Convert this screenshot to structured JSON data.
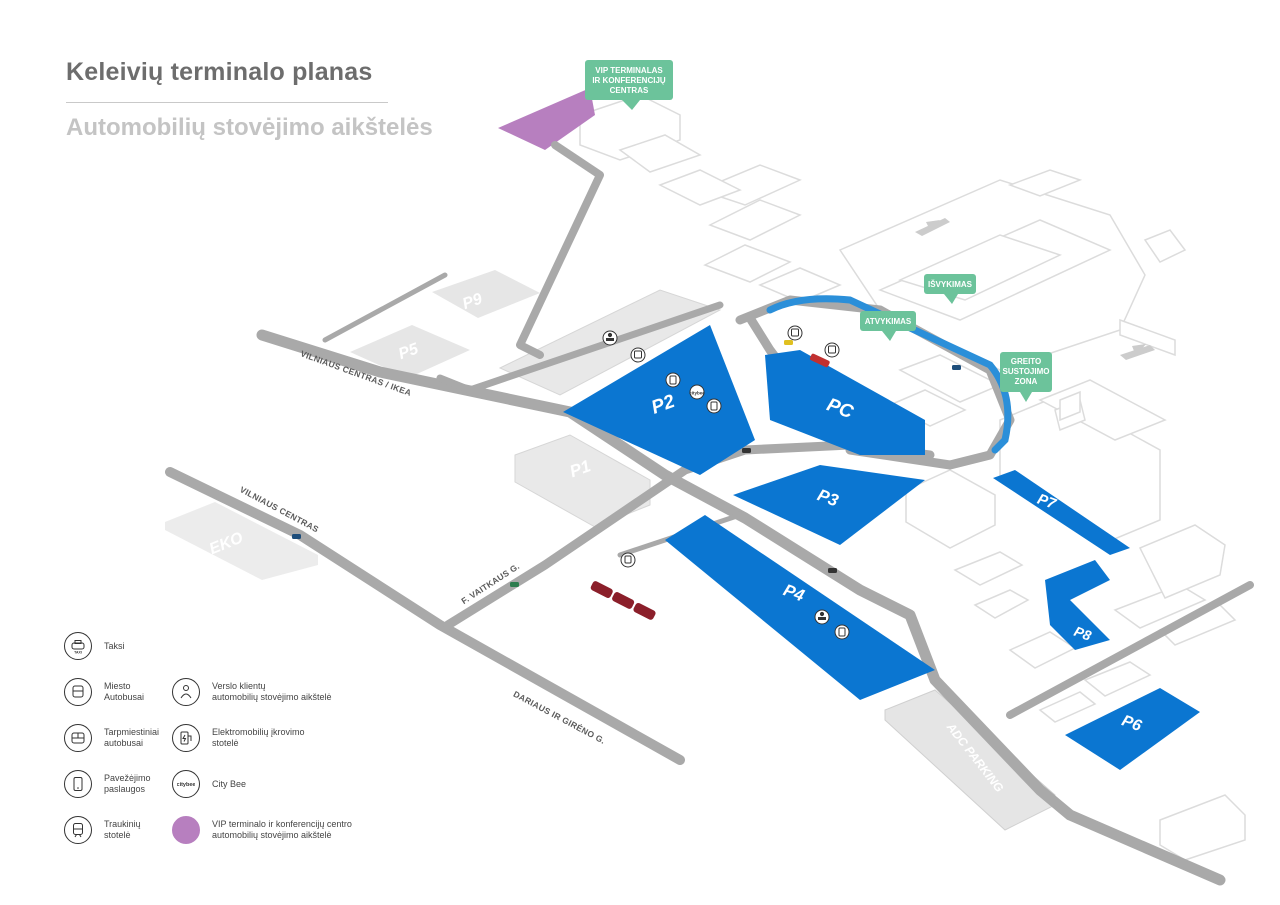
{
  "header": {
    "title": "Keleivių terminalo planas",
    "subtitle": "Automobilių stovėjimo aikštelės"
  },
  "parking_lots": {
    "p1": "P1",
    "p2": "P2",
    "p3": "P3",
    "p4": "P4",
    "p5": "P5",
    "p6": "P6",
    "p7": "P7",
    "p8": "P8",
    "p9": "P9",
    "pc": "PC",
    "eko": "EKO",
    "adc": "ADC PARKING"
  },
  "callouts": {
    "vip_line1": "VIP TERMINALAS",
    "vip_line2": "IR KONFERENCIJŲ",
    "vip_line3": "CENTRAS",
    "departures": "IŠVYKIMAS",
    "arrivals": "ATVYKIMAS",
    "quick_line1": "GREITO",
    "quick_line2": "SUSTOJIMO",
    "quick_line3": "ZONA"
  },
  "roads": {
    "vilnius_ikea": "VILNIAUS CENTRAS / IKEA",
    "vilnius_centras": "VILNIAUS CENTRAS",
    "vatkaus": "F. VAITKAUS G.",
    "dariaus": "DARIAUS IR GIRĖNO G."
  },
  "icons": {
    "taxi_badge": "TAXI",
    "citybee_badge": "citybee"
  },
  "legend": {
    "taxi": "Taksi",
    "city_bus": "Miesto\nAutobusai",
    "intercity_bus": "Tarpmiestiniai\nautobusai",
    "ride_share": "Pavežėjimo\npaslaugos",
    "train": "Traukinių\nstotelė",
    "business": "Verslo klientų\nautomobilių stovėjimo aikštelė",
    "ev": "Elektromobilių įkrovimo\nstotelė",
    "citybee": "City Bee",
    "vip": "VIP terminalo ir konferencijų centro\nautomobilių stovėjimo aikštelė"
  },
  "colors": {
    "parking_blue": "#0b76d1",
    "road_gray": "#a9a9a9",
    "building_outline": "#dcdcdc",
    "lot_gray": "#e6e6e6",
    "callout_green": "#6cc39b",
    "vip_purple": "#b77fbf",
    "title_gray": "#6d6d6d",
    "subtitle_gray": "#c4c4c4"
  }
}
